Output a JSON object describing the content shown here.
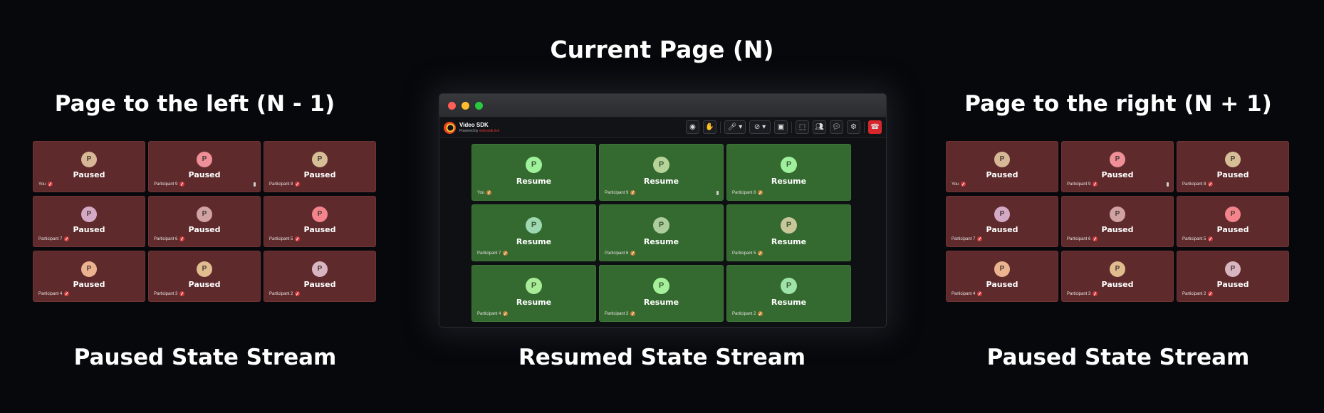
{
  "headings": {
    "center_title": "Current Page (N)",
    "left_title": "Page to the left (N - 1)",
    "right_title": "Page to the right (N + 1)",
    "left_caption": "Paused State Stream",
    "center_caption": "Resumed State Stream",
    "right_caption": "Paused State Stream"
  },
  "window": {
    "brand_name": "Video SDK",
    "brand_sub_prefix": "Powered by ",
    "brand_sub_link": "videosdk.live"
  },
  "colors": {
    "paused_tile": "#5e2a2c",
    "resumed_tile": "#34692f",
    "end_call": "#d8272c",
    "traffic_red": "#ff5f57",
    "traffic_yellow": "#febc2e",
    "traffic_green": "#28c840"
  },
  "side_tiles": [
    {
      "name": "You",
      "avatar": "P",
      "avatar_color": "#d7b896",
      "state": "Paused",
      "pinned": false
    },
    {
      "name": "Participant 9",
      "avatar": "P",
      "avatar_color": "#ef8f98",
      "state": "Paused",
      "pinned": true
    },
    {
      "name": "Participant 8",
      "avatar": "P",
      "avatar_color": "#d6be96",
      "state": "Paused",
      "pinned": false
    },
    {
      "name": "Participant 7",
      "avatar": "P",
      "avatar_color": "#d4a9c6",
      "state": "Paused",
      "pinned": false
    },
    {
      "name": "Participant 6",
      "avatar": "P",
      "avatar_color": "#d1a2a2",
      "state": "Paused",
      "pinned": false
    },
    {
      "name": "Participant 5",
      "avatar": "P",
      "avatar_color": "#f3848c",
      "state": "Paused",
      "pinned": false
    },
    {
      "name": "Participant 4",
      "avatar": "P",
      "avatar_color": "#ebb38f",
      "state": "Paused",
      "pinned": false
    },
    {
      "name": "Participant 3",
      "avatar": "P",
      "avatar_color": "#e0bc8f",
      "state": "Paused",
      "pinned": false
    },
    {
      "name": "Participant 2",
      "avatar": "P",
      "avatar_color": "#d8b5c1",
      "state": "Paused",
      "pinned": false
    }
  ],
  "center_tiles": [
    {
      "name": "You",
      "avatar": "P",
      "avatar_color": "#9ef29b",
      "state": "Resume",
      "pinned": false
    },
    {
      "name": "Participant 9",
      "avatar": "P",
      "avatar_color": "#b6d49a",
      "state": "Resume",
      "pinned": true
    },
    {
      "name": "Participant 8",
      "avatar": "P",
      "avatar_color": "#9ef09c",
      "state": "Resume",
      "pinned": false
    },
    {
      "name": "Participant 7",
      "avatar": "P",
      "avatar_color": "#9ed8b0",
      "state": "Resume",
      "pinned": false
    },
    {
      "name": "Participant 6",
      "avatar": "P",
      "avatar_color": "#aecd9d",
      "state": "Resume",
      "pinned": false
    },
    {
      "name": "Participant 5",
      "avatar": "P",
      "avatar_color": "#c8c79a",
      "state": "Resume",
      "pinned": false
    },
    {
      "name": "Participant 4",
      "avatar": "P",
      "avatar_color": "#a9ec98",
      "state": "Resume",
      "pinned": false
    },
    {
      "name": "Participant 3",
      "avatar": "P",
      "avatar_color": "#a7f09b",
      "state": "Resume",
      "pinned": false
    },
    {
      "name": "Participant 2",
      "avatar": "P",
      "avatar_color": "#9ee3a7",
      "state": "Resume",
      "pinned": false
    }
  ],
  "controls": [
    {
      "name": "record-button",
      "icon": "◉"
    },
    {
      "name": "raise-hand-button",
      "icon": "✋"
    },
    {
      "name": "mic-toggle",
      "icon": "🎤︎ ▾"
    },
    {
      "name": "webcam-toggle",
      "icon": "⊘ ▾"
    },
    {
      "name": "screen-share-button",
      "icon": "▣"
    },
    {
      "name": "virtual-background-button",
      "icon": "⬚"
    },
    {
      "name": "participants-button",
      "icon": "👥︎"
    },
    {
      "name": "chat-button",
      "icon": "💬︎"
    },
    {
      "name": "settings-button",
      "icon": "⚙"
    },
    {
      "name": "end-call-button",
      "icon": "☎"
    }
  ]
}
